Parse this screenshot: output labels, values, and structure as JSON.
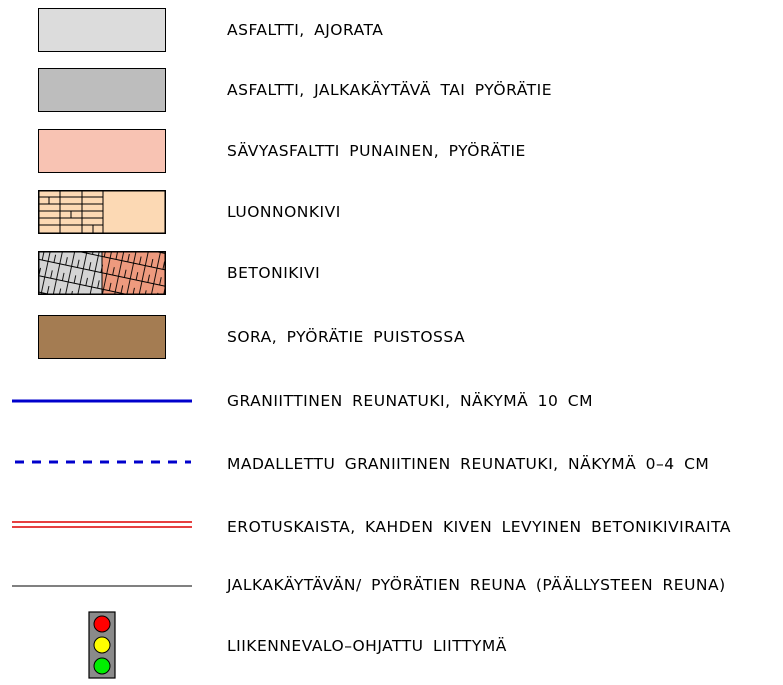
{
  "legend": {
    "items": [
      {
        "label": "ASFALTTI, AJORATA",
        "symbol": "swatch",
        "color": "#dcdcdc"
      },
      {
        "label": "ASFALTTI, JALKAKÄYTÄVÄ TAI PYÖRÄTIE",
        "symbol": "swatch",
        "color": "#bdbdbd"
      },
      {
        "label": "SÄVYASFALTTI PUNAINEN, PYÖRÄTIE",
        "symbol": "swatch",
        "color": "#f8c3b3"
      },
      {
        "label": "LUONNONKIVI",
        "symbol": "natural-stone",
        "color": "#fcd9b4"
      },
      {
        "label": "BETONIKIVI",
        "symbol": "concrete-stone",
        "colors": [
          "#d4d4d4",
          "#ee9a7e"
        ]
      },
      {
        "label": "SORA, PYÖRÄTIE PUISTOSSA",
        "symbol": "swatch",
        "color": "#a47c52"
      },
      {
        "label": "GRANIITTINEN REUNATUKI, NÄKYMÄ 10 CM",
        "symbol": "solid-line",
        "color": "#0000cc"
      },
      {
        "label": "MADALLETTU GRANIITINEN REUNATUKI, NÄKYMÄ 0–4 CM",
        "symbol": "dashed-line",
        "color": "#0000cc"
      },
      {
        "label": "EROTUSKAISTA, KAHDEN KIVEN LEVYINEN BETONIKIVIRAITA",
        "symbol": "double-line",
        "color": "#dd0000"
      },
      {
        "label": "JALKAKÄYTÄVÄN/ PYÖRÄTIEN REUNA (PÄÄLLYSTEEN REUNA)",
        "symbol": "thin-line",
        "color": "#000000"
      },
      {
        "label": "LIIKENNEVALO–OHJATTU LIITTYMÄ",
        "symbol": "traffic-light",
        "colors": [
          "#ff0000",
          "#ffff00",
          "#00ee00"
        ]
      }
    ]
  }
}
